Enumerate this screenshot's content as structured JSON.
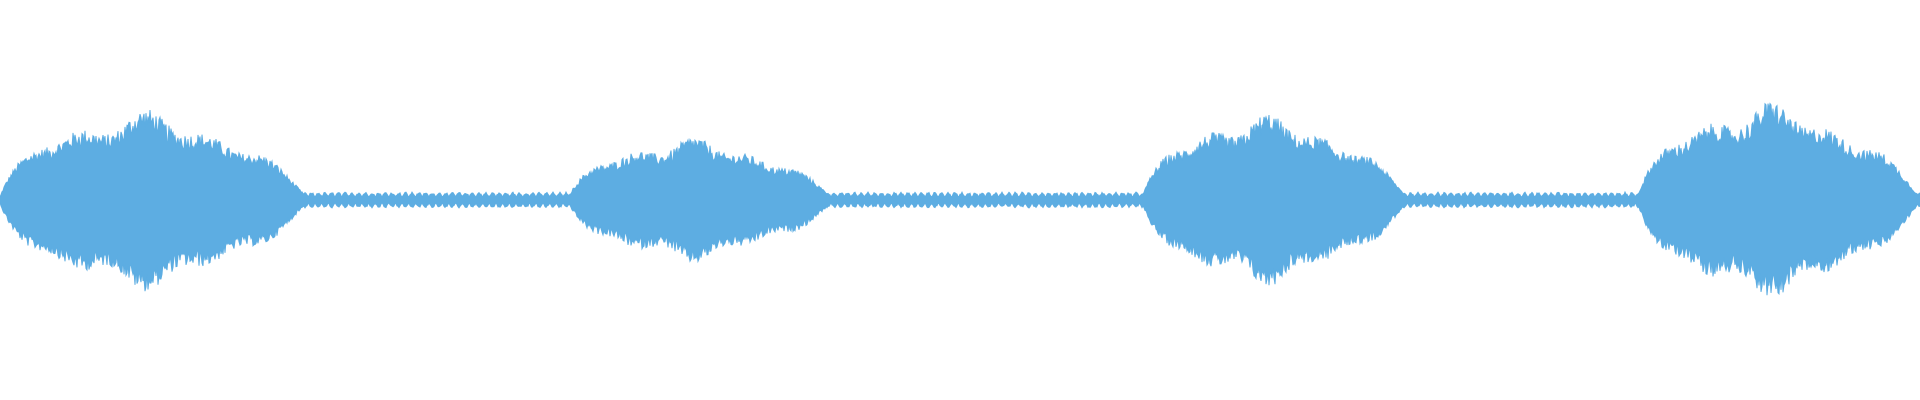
{
  "waveform": {
    "color": "#5dade2",
    "background": "#ffffff",
    "bursts": [
      {
        "start": 0.0,
        "end": 0.16,
        "peak": 0.23
      },
      {
        "start": 0.296,
        "end": 0.434,
        "peak": 0.16
      },
      {
        "start": 0.595,
        "end": 0.733,
        "peak": 0.22
      },
      {
        "start": 0.853,
        "end": 1.0,
        "peak": 0.25
      }
    ],
    "silence_amplitude": 0.02
  }
}
